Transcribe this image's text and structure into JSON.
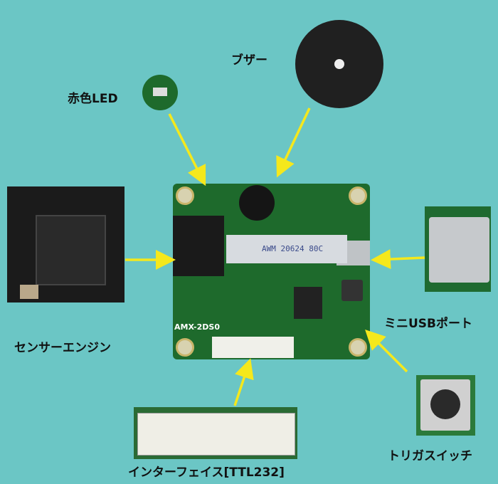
{
  "labels": {
    "buzzer": "ブザー",
    "red_led": "赤色LED",
    "sensor_engine": "センサーエンジン",
    "mini_usb": "ミニUSBポート",
    "trigger_switch": "トリガスイッチ",
    "interface": "インターフェイス[TTL232]"
  },
  "board": {
    "model": "AMX-2DS0",
    "ribbon_text": "AWM  20624  80C"
  },
  "colors": {
    "background": "#6bc6c5",
    "arrow": "#f5e81c",
    "pcb": "#1e6a2c"
  }
}
